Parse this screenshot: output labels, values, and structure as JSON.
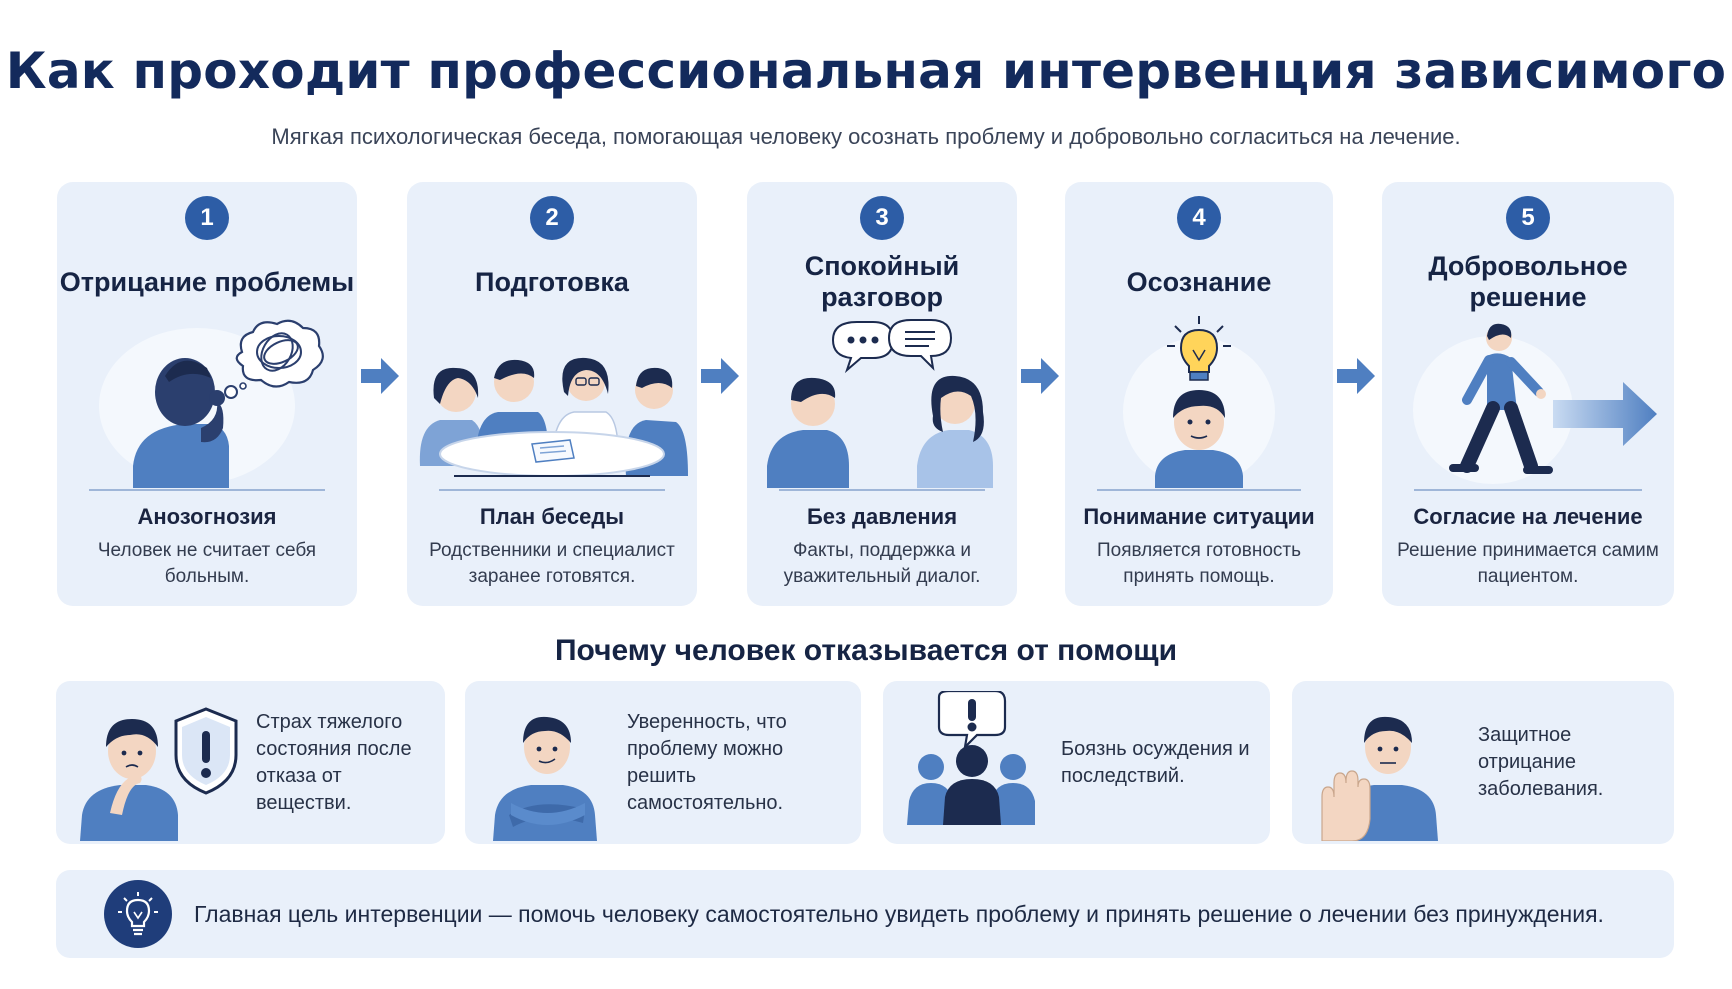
{
  "header": {
    "title": "Как проходит профессиональная интервенция зависимого",
    "subtitle": "Мягкая психологическая беседа, помогающая человеку осознать проблему и добровольно согласиться на лечение."
  },
  "steps": [
    {
      "number": "1",
      "title": "Отрицание проблемы",
      "subtitle": "Анозогнозия",
      "text": "Человек не считает себя больным."
    },
    {
      "number": "2",
      "title": "Подготовка",
      "subtitle": "План беседы",
      "text": "Родственники и специалист заранее готовятся."
    },
    {
      "number": "3",
      "title": "Спокойный разговор",
      "subtitle": "Без давления",
      "text": "Факты, поддержка и уважительный диалог."
    },
    {
      "number": "4",
      "title": "Осознание",
      "subtitle": "Понимание ситуации",
      "text": "Появляется готовность принять помощь."
    },
    {
      "number": "5",
      "title": "Добровольное решение",
      "subtitle": "Согласие на лечение",
      "text": "Решение принимается самим пациентом."
    }
  ],
  "reasons_section": {
    "title": "Почему человек отказывается от помощи",
    "items": [
      {
        "text": "Страх тяжелого состояния после отказа от веществи.",
        "icon": "shield-warning-icon"
      },
      {
        "text": "Уверенность, что проблему можно решить самостоятельно.",
        "icon": "crossed-arms-person-icon"
      },
      {
        "text": "Боязнь осуждения и последствий.",
        "icon": "group-exclamation-icon"
      },
      {
        "text": "Защитное отрицание заболевания.",
        "icon": "stop-hand-person-icon"
      }
    ]
  },
  "goal": {
    "text": "Главная цель интервенции — помочь человеку самостоятельно увидеть проблему и принять решение о лечении без принуждения.",
    "icon": "lightbulb-icon"
  },
  "colors": {
    "primary": "#2d5da6",
    "navy": "#132a5c",
    "card_bg": "#e9f0fa",
    "figure_blue": "#4f7fc1",
    "hair": "#1c2b4f"
  }
}
